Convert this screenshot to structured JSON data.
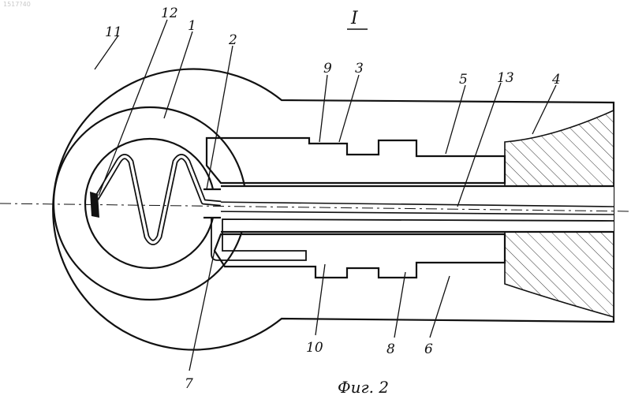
{
  "corner_number": "1517?40",
  "section_label": "I",
  "caption": "Фиг. 2",
  "labels": [
    "11",
    "12",
    "1",
    "2",
    "9",
    "3",
    "5",
    "13",
    "4",
    "10",
    "8",
    "6",
    "7"
  ],
  "colors": {
    "ink": "#111111",
    "paper": "#ffffff"
  }
}
